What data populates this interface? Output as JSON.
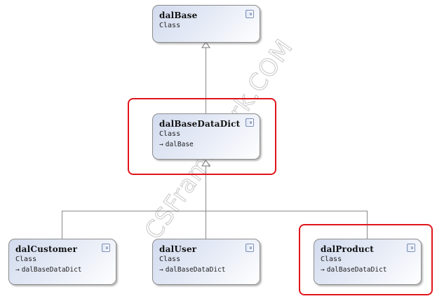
{
  "diagram": {
    "watermark": "CSFramework.COM",
    "classes": [
      {
        "id": "dalBase",
        "name": "dalBase",
        "kind": "Class",
        "base": null
      },
      {
        "id": "dalBaseDataDict",
        "name": "dalBaseDataDict",
        "kind": "Class",
        "base": "dalBase",
        "highlighted": true
      },
      {
        "id": "dalCustomer",
        "name": "dalCustomer",
        "kind": "Class",
        "base": "dalBaseDataDict"
      },
      {
        "id": "dalUser",
        "name": "dalUser",
        "kind": "Class",
        "base": "dalBaseDataDict"
      },
      {
        "id": "dalProduct",
        "name": "dalProduct",
        "kind": "Class",
        "base": "dalBaseDataDict",
        "highlighted": true
      }
    ],
    "inherit_arrow": "→",
    "expand_icon": "»",
    "colors": {
      "highlight": "#e0151b",
      "line": "#8a8a8a",
      "box_start": "#d2dbee",
      "box_end": "#ffffff"
    }
  }
}
